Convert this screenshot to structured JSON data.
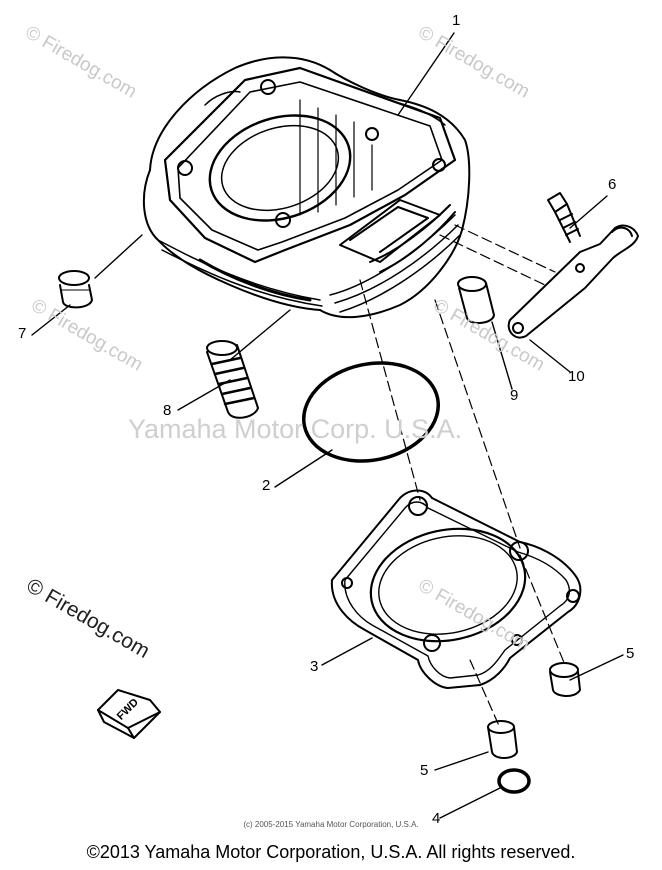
{
  "watermarks": {
    "firedog": "© Firedog.com",
    "corp": "Yamaha Motor Corp. U.S.A."
  },
  "callouts": [
    "1",
    "2",
    "3",
    "4",
    "5",
    "5",
    "6",
    "7",
    "8",
    "9",
    "10"
  ],
  "fwd_label": "FWD",
  "small_copyright": "(c) 2005-2015 Yamaha Motor Corporation, U.S.A.",
  "footer": "©2013 Yamaha Motor Corporation, U.S.A. All rights reserved."
}
